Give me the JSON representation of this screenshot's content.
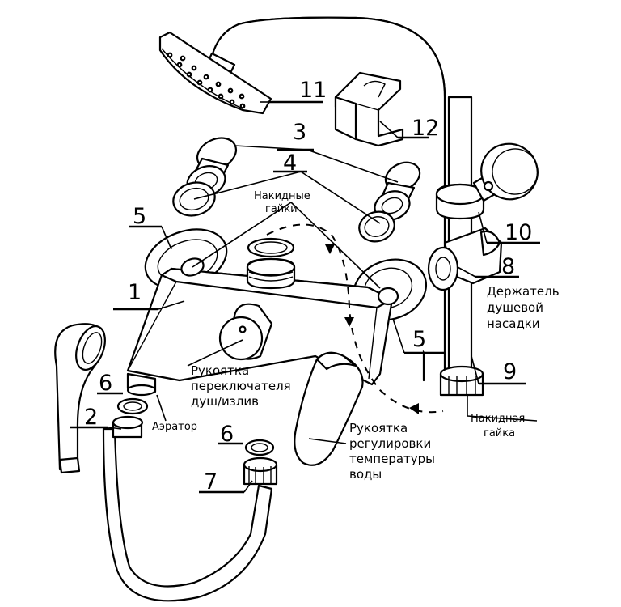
{
  "parts": {
    "p1": "1",
    "p2": "2",
    "p3": "3",
    "p4": "4",
    "p5a": "5",
    "p5b": "5",
    "p6a": "6",
    "p6b": "6",
    "p7": "7",
    "p8": "8",
    "p9": "9",
    "p10": "10",
    "p11": "11",
    "p12": "12"
  },
  "labels": {
    "union_nuts": [
      "Накидные",
      "гайки"
    ],
    "diverter_handle": [
      "Рукоятка",
      "переключателя",
      "душ/излив"
    ],
    "aerator": "Аэратор",
    "temperature_handle": [
      "Рукоятка",
      "регулировки",
      "температуры",
      "воды"
    ],
    "shower_holder": [
      "Держатель",
      "душевой",
      "насадки"
    ],
    "union_nut": [
      "Накидная",
      "гайка"
    ]
  }
}
